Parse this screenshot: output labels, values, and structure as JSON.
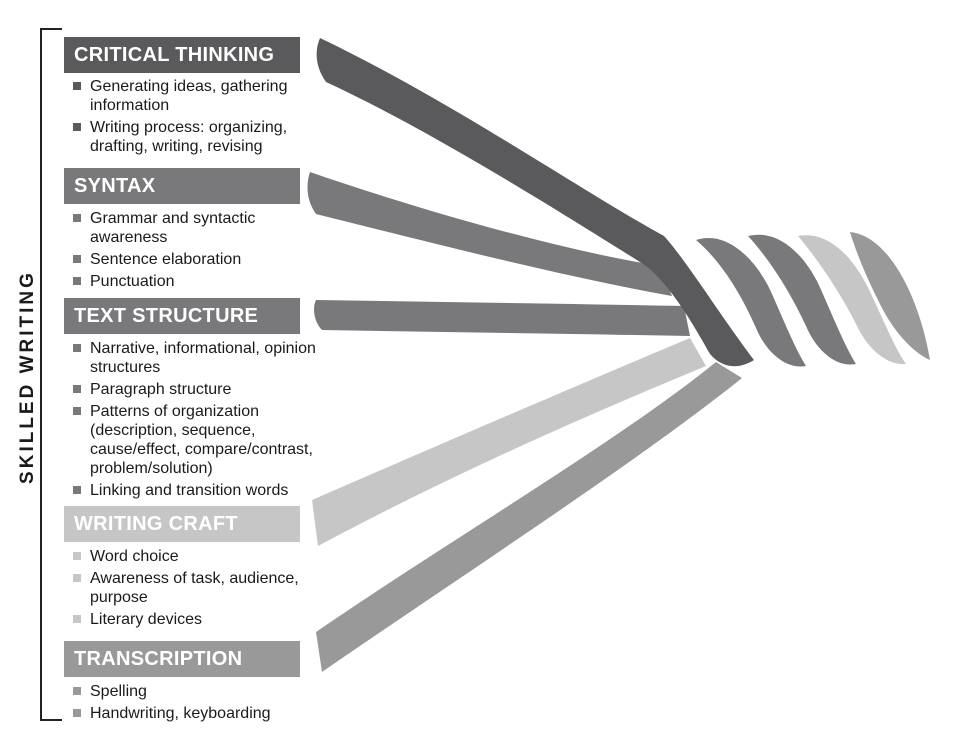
{
  "side_label": "SKILLED  WRITING",
  "colors": {
    "critical_thinking": "#5a5a5c",
    "syntax": "#79797b",
    "text_structure": "#79797b",
    "writing_craft": "#c6c6c6",
    "transcription": "#999999"
  },
  "sections": [
    {
      "title": "CRITICAL THINKING",
      "items": [
        "Generating ideas, gathering information",
        "Writing process: organizing, drafting, writing, revising"
      ]
    },
    {
      "title": "SYNTAX",
      "items": [
        "Grammar and syntactic awareness",
        "Sentence elaboration",
        "Punctuation"
      ]
    },
    {
      "title": "TEXT STRUCTURE",
      "items": [
        "Narrative, informational, opinion structures",
        "Paragraph structure",
        "Patterns of organization (description, sequence, cause/effect, compare/contrast, problem/solution)",
        "Linking and transition words"
      ]
    },
    {
      "title": "WRITING CRAFT",
      "items": [
        "Word choice",
        "Awareness of task, audience, purpose",
        "Literary devices"
      ]
    },
    {
      "title": "TRANSCRIPTION",
      "items": [
        "Spelling",
        "Handwriting, keyboarding"
      ]
    }
  ]
}
